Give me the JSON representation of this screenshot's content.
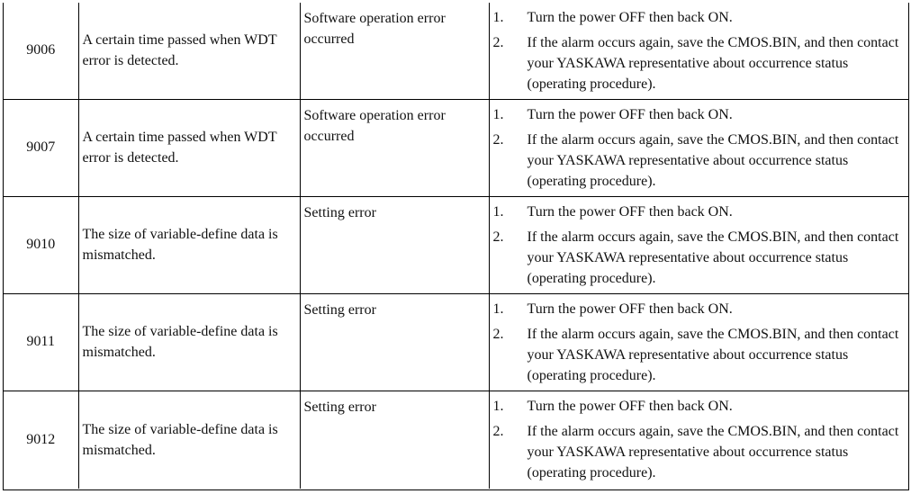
{
  "alarms": [
    {
      "code": "9006",
      "description": "A certain time passed when WDT error is detected.",
      "cause": "Software operation error occurred",
      "steps": [
        {
          "num": "1.",
          "text": "Turn the power OFF then back ON."
        },
        {
          "num": "2.",
          "text": "If the alarm occurs again, save the CMOS.BIN, and then contact your YASKAWA representative about occurrence status (operating procedure)."
        }
      ]
    },
    {
      "code": "9007",
      "description": "A certain time passed when WDT error is detected.",
      "cause": "Software operation error occurred",
      "steps": [
        {
          "num": "1.",
          "text": "Turn the power OFF then back ON."
        },
        {
          "num": "2.",
          "text": "If the alarm occurs again, save the CMOS.BIN, and then contact your YASKAWA representative about occurrence status (operating procedure)."
        }
      ]
    },
    {
      "code": "9010",
      "description": "The size of variable-define data is mismatched.",
      "cause": "Setting error",
      "steps": [
        {
          "num": "1.",
          "text": "Turn the power OFF then back ON."
        },
        {
          "num": "2.",
          "text": "If the alarm occurs again, save the CMOS.BIN, and then contact your YASKAWA representative about occurrence status (operating procedure)."
        }
      ]
    },
    {
      "code": "9011",
      "description": "The size of variable-define data is mismatched.",
      "cause": "Setting error",
      "steps": [
        {
          "num": "1.",
          "text": "Turn the power OFF then back ON."
        },
        {
          "num": "2.",
          "text": "If the alarm occurs again, save the CMOS.BIN, and then contact your YASKAWA representative about occurrence status (operating procedure)."
        }
      ]
    },
    {
      "code": "9012",
      "description": "The size of variable-define data is mismatched.",
      "cause": "Setting error",
      "steps": [
        {
          "num": "1.",
          "text": "Turn the power OFF then back ON."
        },
        {
          "num": "2.",
          "text": "If the alarm occurs again, save the CMOS.BIN, and then contact your YASKAWA representative about occurrence status (operating procedure)."
        }
      ]
    }
  ]
}
